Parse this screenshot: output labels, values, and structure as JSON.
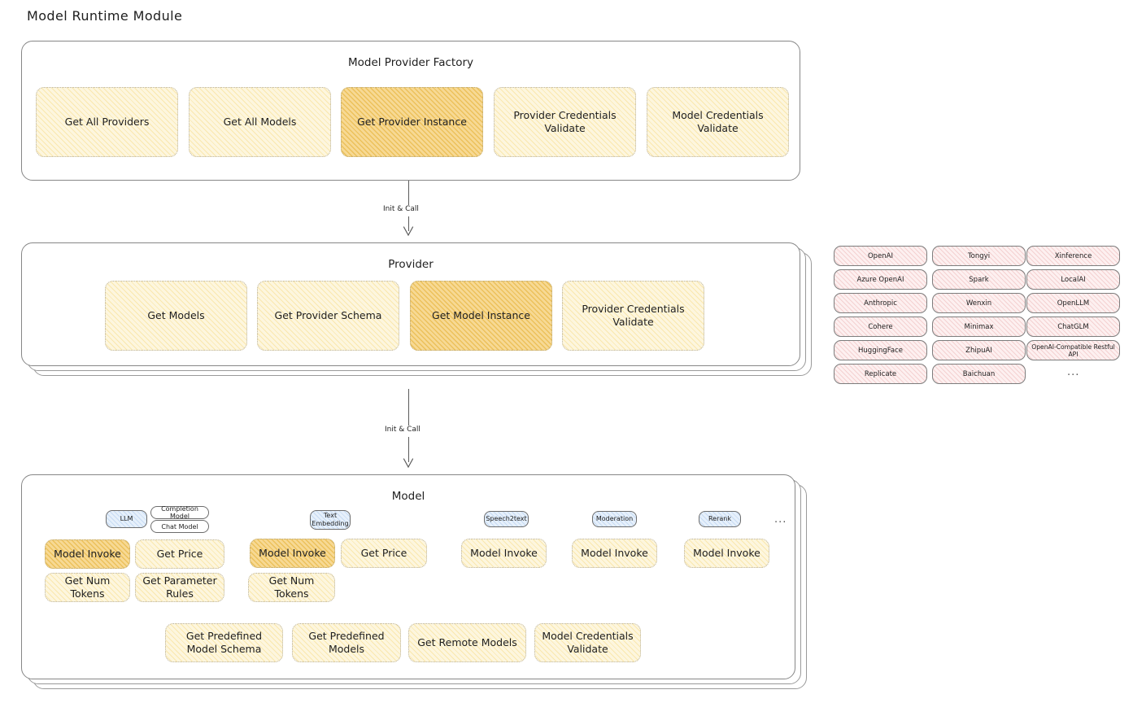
{
  "page": {
    "title": "Model Runtime Module"
  },
  "colors": {
    "box_fill": "#fdf6de",
    "box_fill_highlight": "#f9dfa2",
    "provider_chip_fill": "#fdf0f0",
    "model_type_chip_fill": "#e6f0fb",
    "card_border": "#878787",
    "text": "#1e1e1e"
  },
  "factory": {
    "title": "Model Provider Factory",
    "boxes": [
      {
        "label": "Get All Providers",
        "highlighted": false
      },
      {
        "label": "Get All Models",
        "highlighted": false
      },
      {
        "label": "Get Provider Instance",
        "highlighted": true
      },
      {
        "label": "Provider Credentials Validate",
        "highlighted": false
      },
      {
        "label": "Model Credentials Validate",
        "highlighted": false
      }
    ]
  },
  "connector_1": {
    "label": "Init & Call"
  },
  "provider": {
    "title": "Provider",
    "boxes": [
      {
        "label": "Get Models",
        "highlighted": false
      },
      {
        "label": "Get Provider Schema",
        "highlighted": false
      },
      {
        "label": "Get Model Instance",
        "highlighted": true
      },
      {
        "label": "Provider Credentials Validate",
        "highlighted": false
      }
    ]
  },
  "provider_list": {
    "columns": [
      [
        "OpenAI",
        "Azure OpenAI",
        "Anthropic",
        "Cohere",
        "HuggingFace",
        "Replicate"
      ],
      [
        "Tongyi",
        "Spark",
        "Wenxin",
        "Minimax",
        "ZhipuAI",
        "Baichuan"
      ],
      [
        "Xinference",
        "LocalAI",
        "OpenLLM",
        "ChatGLM",
        "OpenAI-Compatible Restful API"
      ]
    ],
    "more": "..."
  },
  "connector_2": {
    "label": "Init & Call"
  },
  "model": {
    "title": "Model",
    "more": "...",
    "groups": [
      {
        "type_chip": "LLM",
        "sub_chips": [
          "Completion Model",
          "Chat Model"
        ],
        "boxes": [
          {
            "label": "Model Invoke",
            "highlighted": true
          },
          {
            "label": "Get Price",
            "highlighted": false
          },
          {
            "label": "Get Num Tokens",
            "highlighted": false
          },
          {
            "label": "Get Parameter Rules",
            "highlighted": false
          }
        ]
      },
      {
        "type_chip": "Text Embedding",
        "sub_chips": [],
        "boxes": [
          {
            "label": "Model Invoke",
            "highlighted": true
          },
          {
            "label": "Get Price",
            "highlighted": false
          },
          {
            "label": "Get Num Tokens",
            "highlighted": false
          }
        ]
      },
      {
        "type_chip": "Speech2text",
        "sub_chips": [],
        "boxes": [
          {
            "label": "Model Invoke",
            "highlighted": false
          }
        ]
      },
      {
        "type_chip": "Moderation",
        "sub_chips": [],
        "boxes": [
          {
            "label": "Model Invoke",
            "highlighted": false
          }
        ]
      },
      {
        "type_chip": "Rerank",
        "sub_chips": [],
        "boxes": [
          {
            "label": "Model Invoke",
            "highlighted": false
          }
        ]
      }
    ],
    "common_boxes": [
      "Get Predefined Model Schema",
      "Get Predefined Models",
      "Get Remote Models",
      "Model Credentials Validate"
    ]
  }
}
